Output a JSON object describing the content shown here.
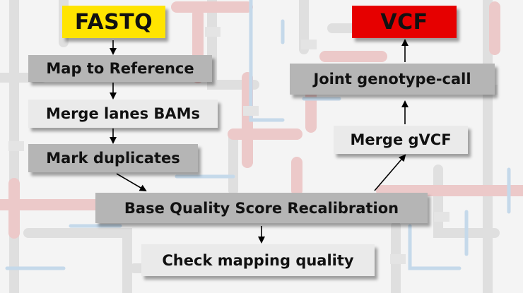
{
  "diagram": {
    "input": {
      "label": "FASTQ",
      "color": "#ffe400"
    },
    "output": {
      "label": "VCF",
      "color": "#e60000"
    },
    "steps": {
      "map": "Map to Reference",
      "merge_lanes": "Merge lanes BAMs",
      "mark_dup": "Mark duplicates",
      "bqsr": "Base Quality Score Recalibration",
      "check_mapping": "Check mapping quality",
      "merge_gvcf": "Merge gVCF",
      "joint_call": "Joint genotype-call"
    },
    "edges": [
      [
        "FASTQ",
        "Map to Reference"
      ],
      [
        "Map to Reference",
        "Merge lanes BAMs"
      ],
      [
        "Merge lanes BAMs",
        "Mark duplicates"
      ],
      [
        "Mark duplicates",
        "Base Quality Score Recalibration"
      ],
      [
        "Base Quality Score Recalibration",
        "Check mapping quality"
      ],
      [
        "Base Quality Score Recalibration",
        "Merge gVCF"
      ],
      [
        "Merge gVCF",
        "Joint genotype-call"
      ],
      [
        "Joint genotype-call",
        "VCF"
      ]
    ],
    "background": "pipes"
  }
}
